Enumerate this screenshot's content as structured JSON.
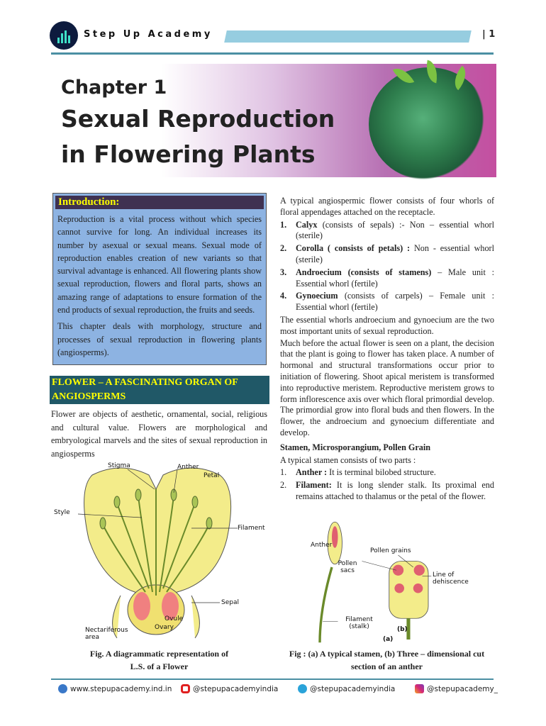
{
  "header": {
    "brand": "Step Up Academy",
    "page_number": "| 1"
  },
  "title": {
    "chapter": "Chapter 1",
    "line1": "Sexual Reproduction",
    "line2": "in Flowering Plants"
  },
  "intro": {
    "heading": "Introduction:",
    "p1": "Reproduction is a vital process without which species cannot survive for long. An individual increases its number by asexual or sexual means. Sexual mode of reproduction enables creation of new variants so that survival advantage is enhanced. All flowering plants show sexual reproduction, flowers and floral parts, shows an amazing range of adaptations to ensure formation of the end products of sexual reproduction, the fruits and seeds.",
    "p2": "This chapter deals with morphology, structure and processes of sexual reproduction in flowering plants (angiosperms)."
  },
  "flower": {
    "heading": "FLOWER – A FASCINATING ORGAN OF ANGIOSPERMS",
    "text": "Flower are objects of aesthetic, ornamental, social, religious and cultural value. Flowers are morphological and embryological marvels and the sites of sexual reproduction in angiosperms"
  },
  "right": {
    "intro": "A typical angiospermic flower consists of four whorls of floral appendages attached on the receptacle.",
    "whorls": [
      {
        "n": "1.",
        "term": "Calyx",
        "rest": " (consists of sepals) :- Non – essential whorl (sterile)"
      },
      {
        "n": "2.",
        "term": "Corolla ( consists of petals) :",
        "rest": " Non - essential whorl (sterile)"
      },
      {
        "n": "3.",
        "term": "Androecium (consists of stamens)",
        "rest": " – Male unit : Essential whorl (fertile)"
      },
      {
        "n": "4.",
        "term": "Gynoecium",
        "rest": " (consists of carpels) – Female unit : Essential whorl (fertile)"
      }
    ],
    "p2": "The essential whorls androecium and gynoecium are the two most important units of sexual reproduction.",
    "p3": "Much before the actual flower is seen on a plant, the decision that the plant is going to flower has taken place. A number of hormonal and structural transformations occur prior to initiation of flowering. Shoot apical meristem is transformed into reproductive meristem. Reproductive meristem grows to form inflorescence axis over which floral primordial develop. The primordial grow into floral buds and then flowers. In the flower, the androecium and gynoecium differentiate and develop.",
    "stamen_heading": "Stamen, Microsporangium, Pollen Grain",
    "stamen_intro": "A typical stamen consists of two parts :",
    "parts": [
      {
        "n": "1.",
        "term": "Anther :",
        "rest": " It is terminal bilobed structure."
      },
      {
        "n": "2.",
        "term": "Filament:",
        "rest": " It is long slender stalk. Its proximal end remains attached to thalamus or the petal of the flower."
      }
    ]
  },
  "fig1": {
    "labels": {
      "stigma": "Stigma",
      "anther": "Anther",
      "petal": "Petal",
      "style": "Style",
      "filament": "Filament",
      "sepal": "Sepal",
      "ovule": "Ovule",
      "ovary": "Ovary",
      "nectariferous": "Nectariferous area"
    },
    "caption1": "Fig. A diagrammatic representation of",
    "caption2": "L.S. of a Flower"
  },
  "fig2": {
    "labels": {
      "anther": "Anther",
      "pollen_grains": "Pollen grains",
      "pollen_sacs": "Pollen sacs",
      "dehiscence": "Line of dehiscence",
      "filament": "Filament (stalk)",
      "a": "(a)",
      "b": "(b)"
    },
    "caption1": "Fig : (a) A typical stamen, (b) Three – dimensional cut",
    "caption2": "section of an anther"
  },
  "footer": {
    "website": "www.stepupacademy.ind.in",
    "youtube": "@stepupacademyindia",
    "telegram": "@stepupacademyindia",
    "instagram": "@stepupacademy_"
  }
}
